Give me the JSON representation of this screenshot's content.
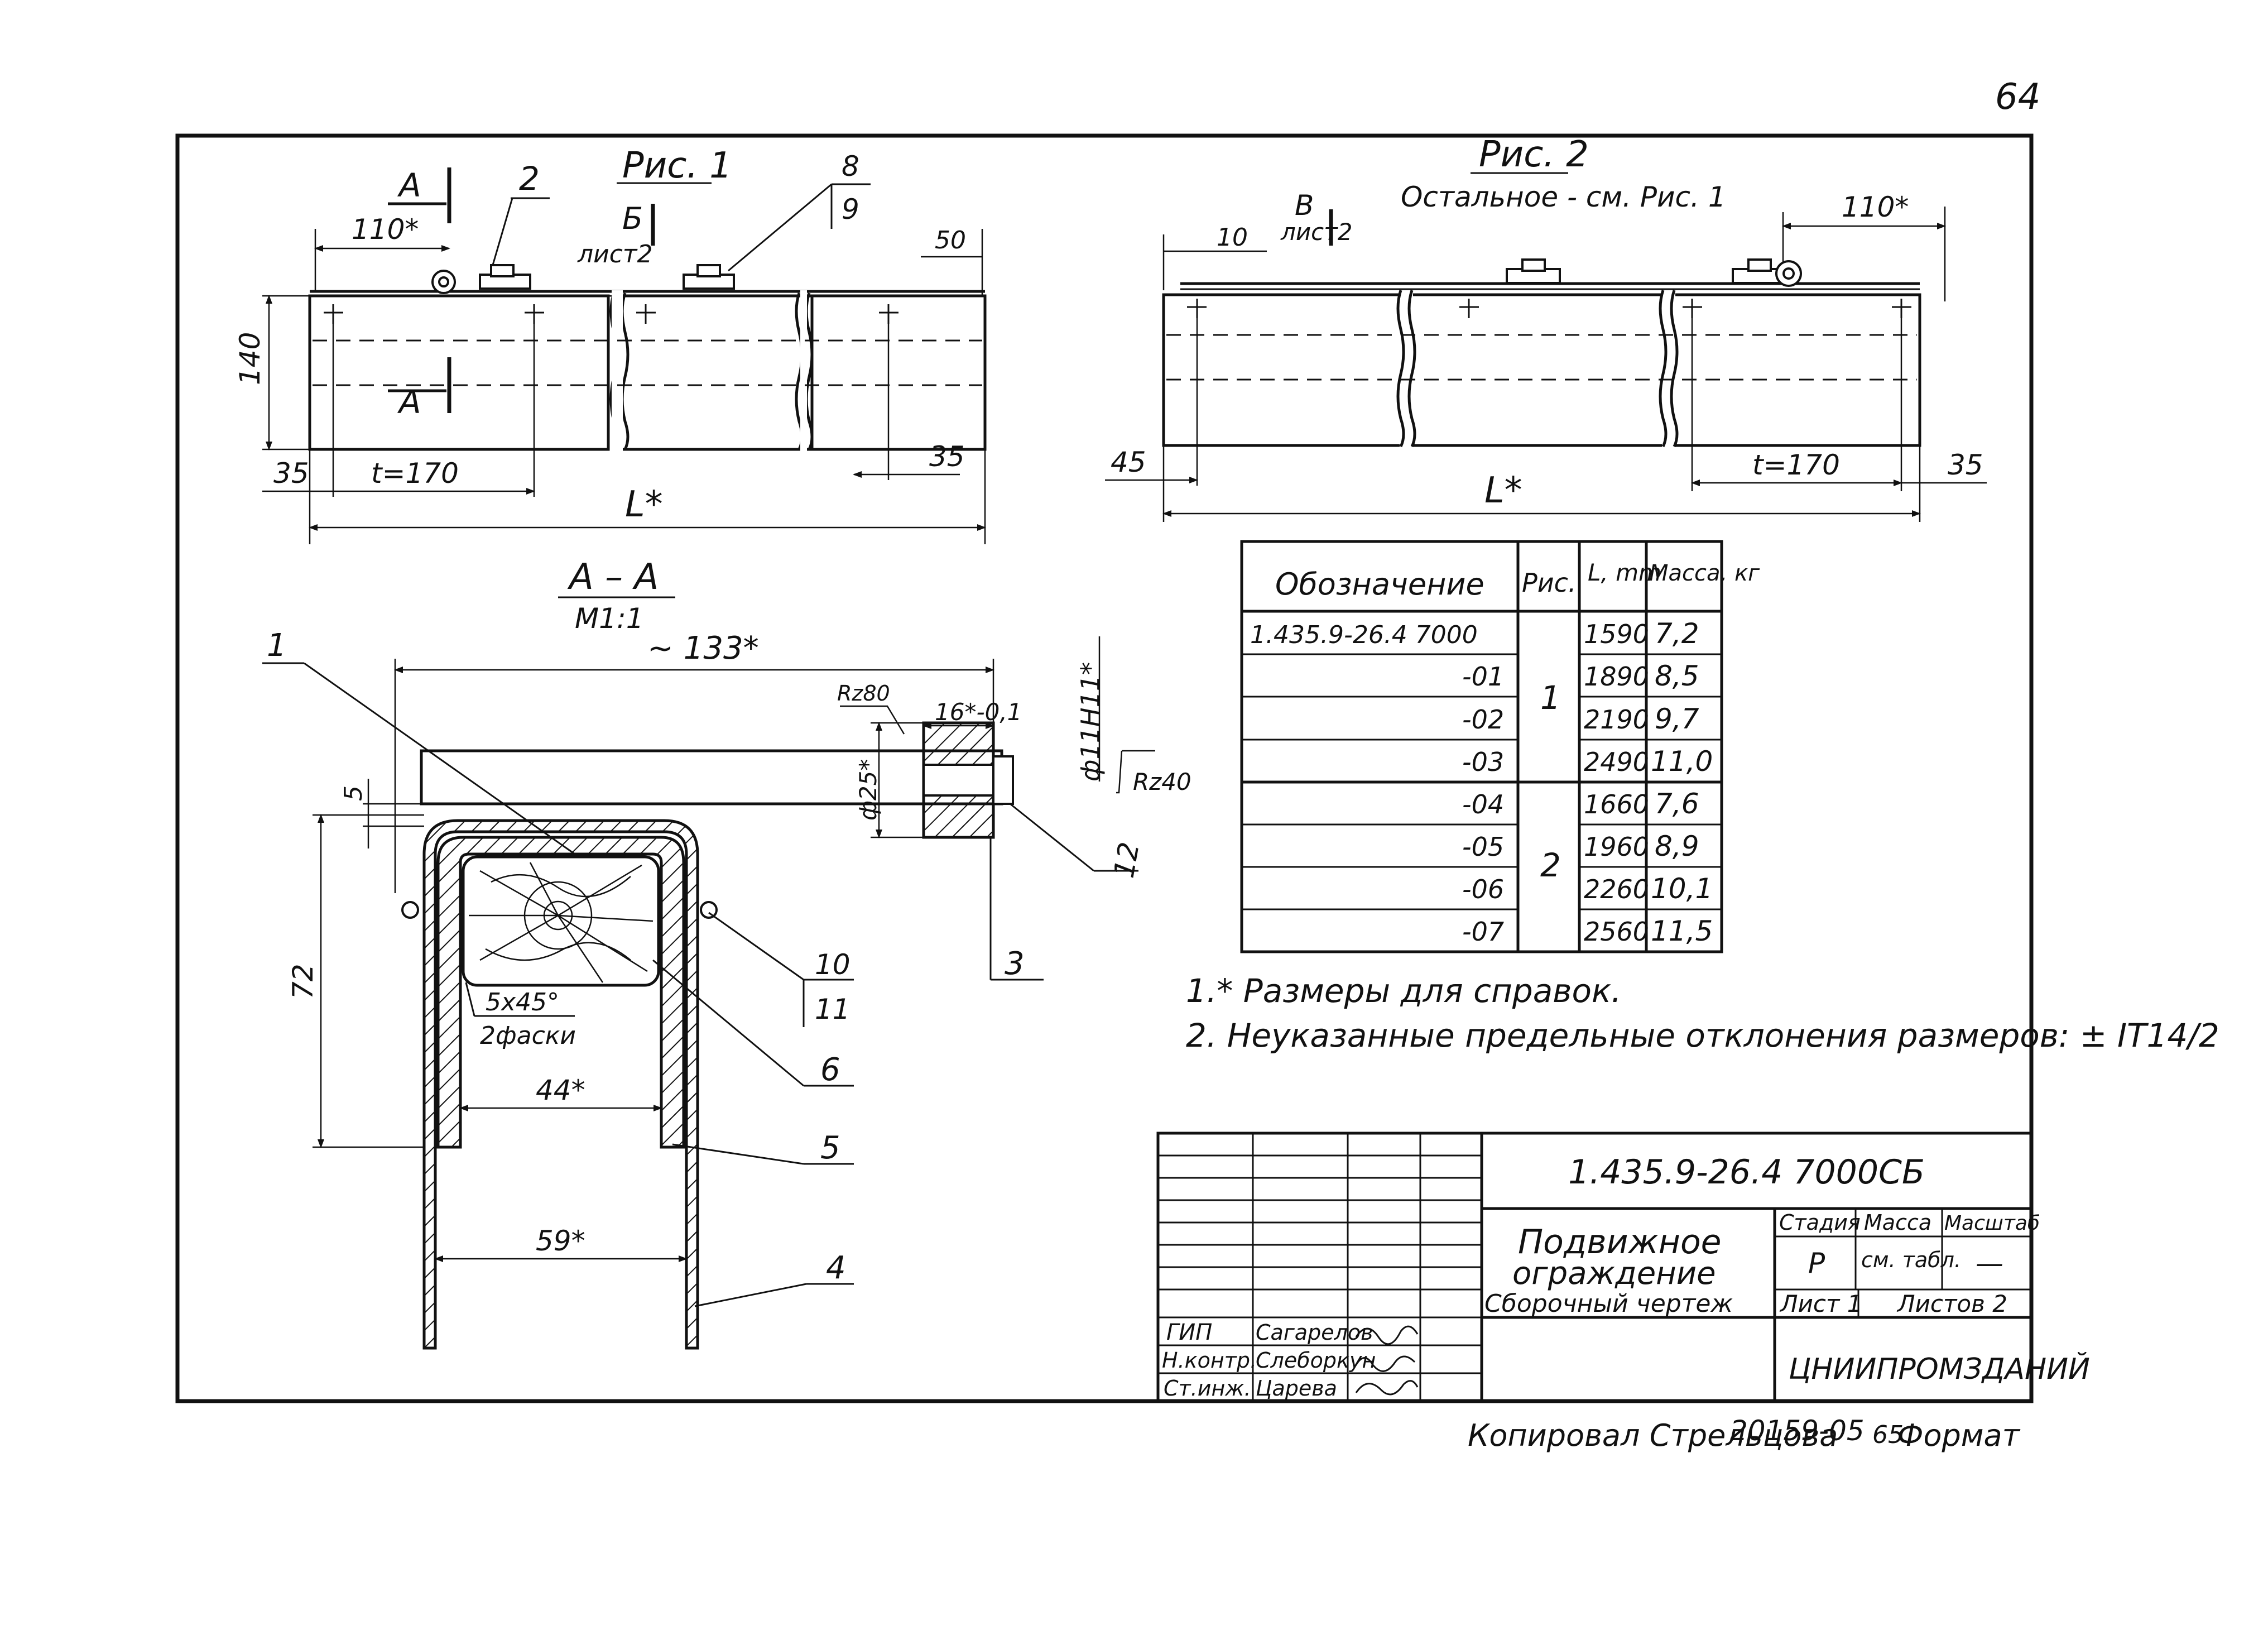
{
  "page_number": "64",
  "fig1": {
    "title": "Рис. 1",
    "section_a_top": "А",
    "section_a_bottom": "А",
    "pos_2": "2",
    "pos_8": "8",
    "pos_9": "9",
    "view_b": "Б",
    "view_b_sheet": "лист2",
    "dim_110": "110*",
    "dim_50": "50",
    "dim_140": "140",
    "dim_35_left": "35",
    "dim_t": "t=170",
    "dim_35_right": "35",
    "dim_l": "L*"
  },
  "fig2": {
    "title": "Рис. 2",
    "subtitle": "Остальное - см. Рис. 1",
    "view_v": "В",
    "view_v_sheet": "лист2",
    "dim_10": "10",
    "dim_110": "110*",
    "dim_45": "45",
    "dim_t": "t=170",
    "dim_35": "35",
    "dim_l": "L*"
  },
  "section": {
    "title": "А – А",
    "scale": "М1:1",
    "dim_133": "~ 133*",
    "dim_16": "16*-0,1",
    "dim_phi11": "ф11Н11*",
    "rz80": "Rz80",
    "rz40": "Rz40",
    "dim_phi25": "ф25*",
    "dim_5": "5",
    "dim_72": "72",
    "chamfer": "5х45°",
    "chamfer_2": "2фаски",
    "dim_44": "44*",
    "dim_59": "59*",
    "pos_1": "1",
    "pos_3": "3",
    "pos_4": "4",
    "pos_5": "5",
    "pos_6": "6",
    "pos_10": "10",
    "pos_11": "11",
    "pos_12": "12"
  },
  "spec_table": {
    "headers": {
      "designation": "Обозначение",
      "fig": "Рис.",
      "length": "L, mm",
      "mass": "Масса, кг"
    },
    "rows": [
      {
        "designation": "1.435.9-26.4  7000",
        "length": "1590",
        "mass": "7,2"
      },
      {
        "designation": "-01",
        "length": "1890",
        "mass": "8,5"
      },
      {
        "designation": "-02",
        "length": "2190",
        "mass": "9,7"
      },
      {
        "designation": "-03",
        "length": "2490",
        "mass": "11,0"
      },
      {
        "designation": "-04",
        "length": "1660",
        "mass": "7,6"
      },
      {
        "designation": "-05",
        "length": "1960",
        "mass": "8,9"
      },
      {
        "designation": "-06",
        "length": "2260",
        "mass": "10,1"
      },
      {
        "designation": "-07",
        "length": "2560",
        "mass": "11,5"
      }
    ],
    "fig_groups": [
      "1",
      "2"
    ]
  },
  "notes": [
    "1.* Размеры для справок.",
    "2.  Неуказанные предельные отклонения размеров: ± IT14/2"
  ],
  "title_block": {
    "code": "1.435.9-26.4  7000СБ",
    "name_line1": "Подвижное",
    "name_line2": "ограждение",
    "doc_type": "Сборочный  чертеж",
    "stage_header": "Стадия",
    "mass_header": "Масса",
    "scale_header": "Масштаб",
    "stage_value": "Р",
    "mass_value": "см. табл.",
    "scale_value": "—",
    "sheet_label": "Лист 1",
    "sheets_label": "Листов 2",
    "organization": "ЦНИИПРОМЗДАНИЙ",
    "signatures": [
      {
        "role": "ГИП",
        "name": "Сагарелов"
      },
      {
        "role": "Н.контр.",
        "name": "Слеборкун"
      },
      {
        "role": "Ст.инж.",
        "name": "Царева"
      }
    ]
  },
  "footer": {
    "copied": "Копировал Стрельцова",
    "order": "20159-05",
    "sheet": "65",
    "format": "Формат"
  }
}
